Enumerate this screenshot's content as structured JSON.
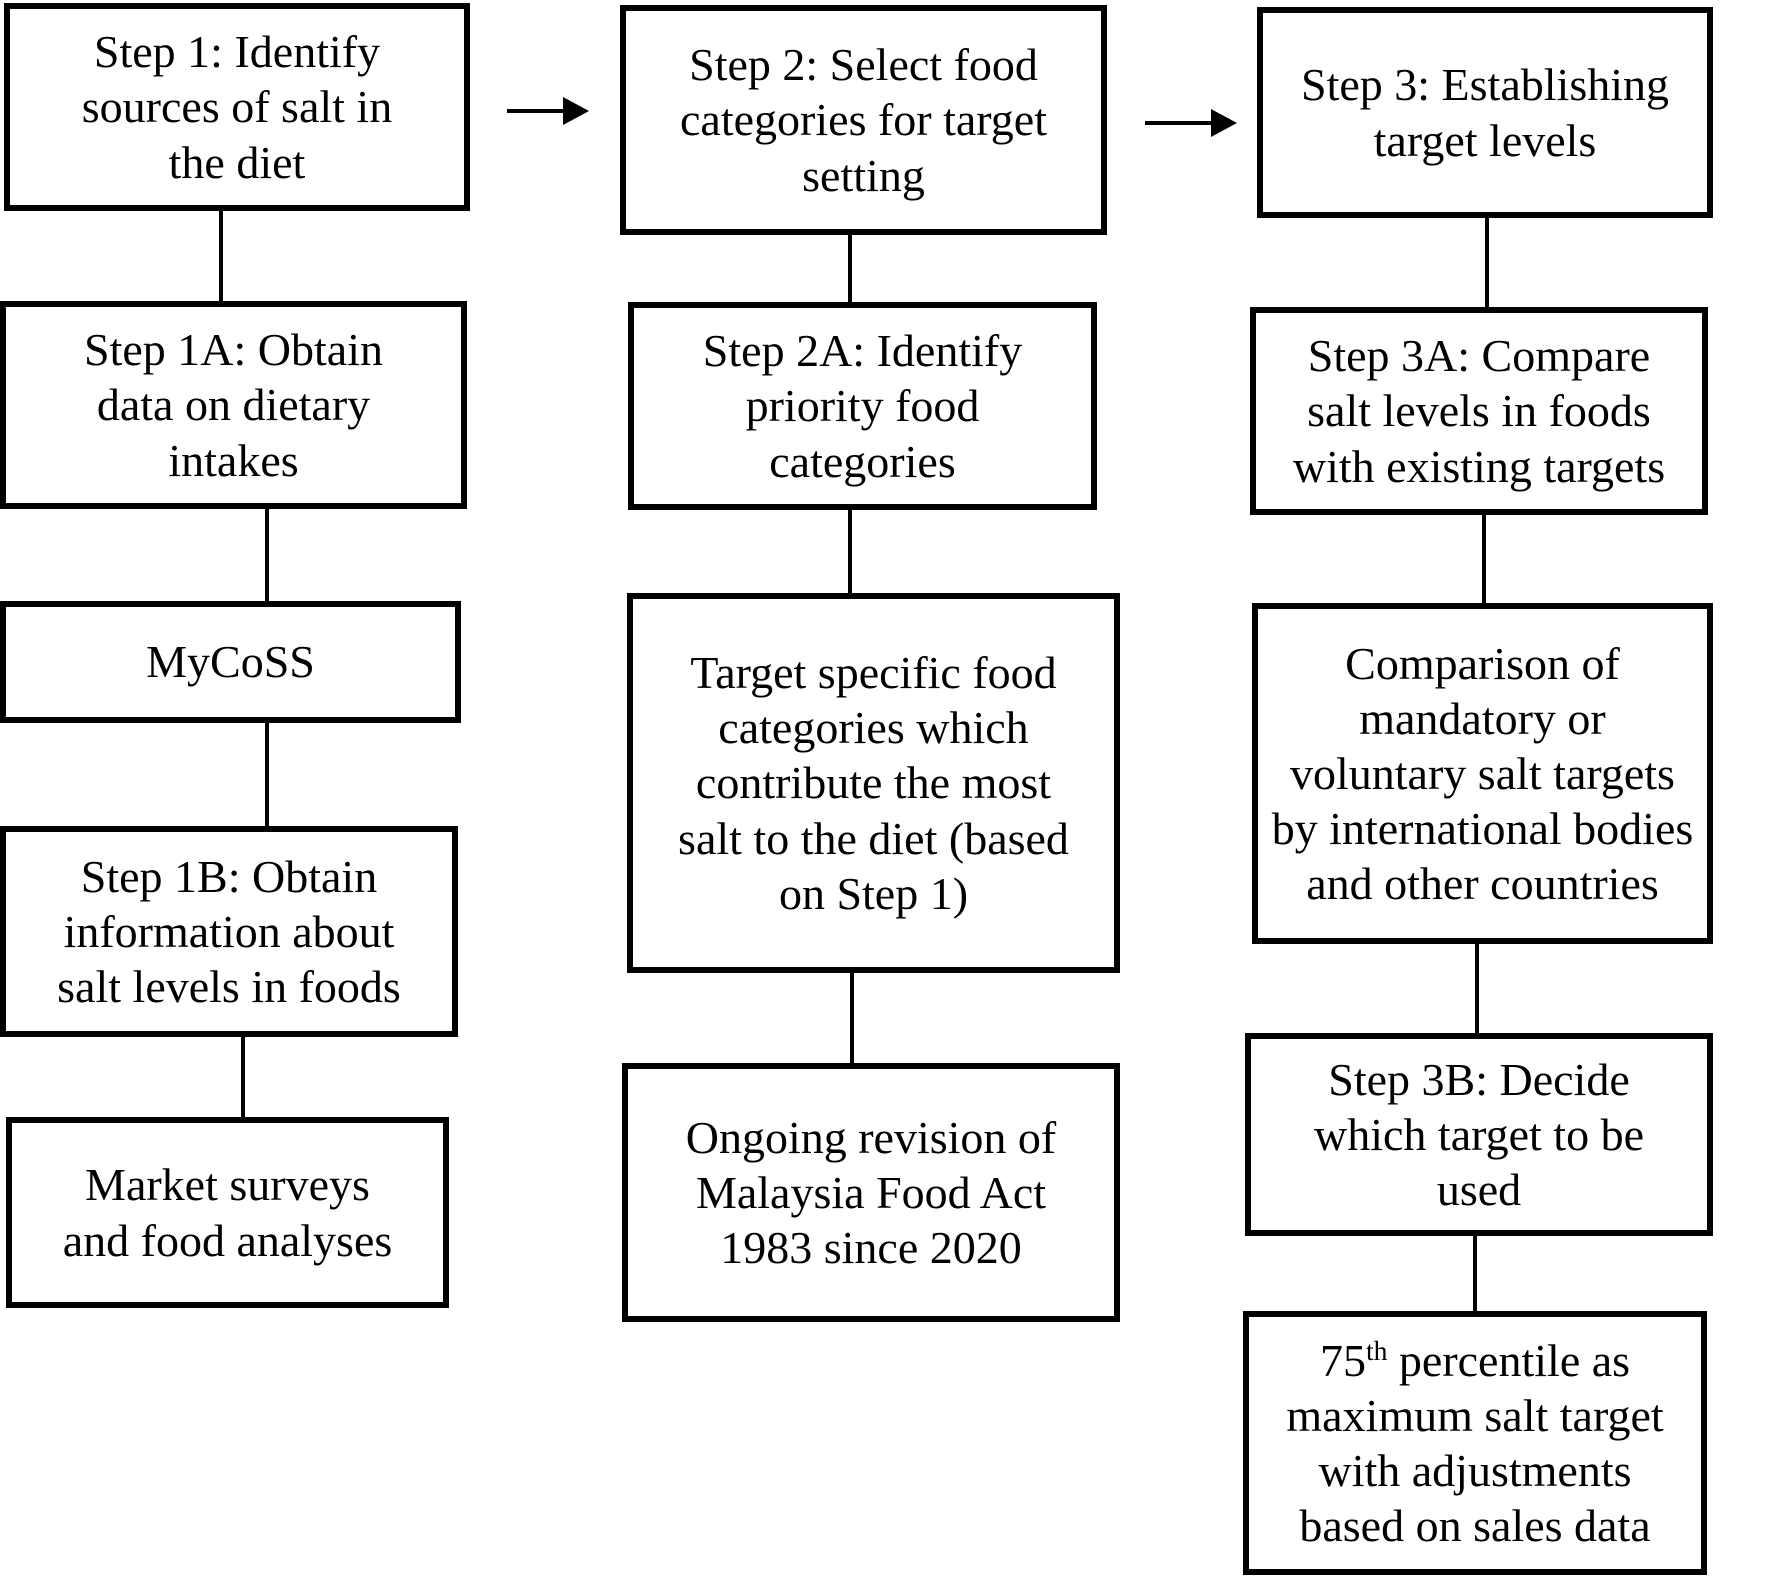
{
  "colors": {
    "line": "#000000",
    "background": "#ffffff",
    "text": "#000000"
  },
  "boxes": {
    "step1": "Step 1: Identify\nsources of salt in\nthe diet",
    "step1a": "Step 1A: Obtain\ndata on dietary\nintakes",
    "mycoss": "MyCoSS",
    "step1b": "Step 1B: Obtain\ninformation about\nsalt levels in foods",
    "market": "Market surveys\nand food analyses",
    "step2": "Step 2: Select food\ncategories for target\nsetting",
    "step2a": "Step 2A: Identify\npriority food\ncategories",
    "target_specific": "Target specific food\ncategories which\ncontribute the most\nsalt to the diet (based\non Step 1)",
    "ongoing_revision": "Ongoing revision of\nMalaysia Food Act\n1983 since 2020",
    "step3": "Step 3: Establishing\ntarget levels",
    "step3a": "Step 3A: Compare\nsalt levels in foods\nwith existing targets",
    "comparison": "Comparison of\nmandatory or\nvoluntary salt targets\nby international bodies\nand other countries",
    "step3b": "Step 3B: Decide\nwhich target to be\nused",
    "percentile": {
      "prefix": "75",
      "superscript": "th",
      "rest": " percentile as\nmaximum salt target\nwith adjustments\nbased on sales data"
    }
  }
}
